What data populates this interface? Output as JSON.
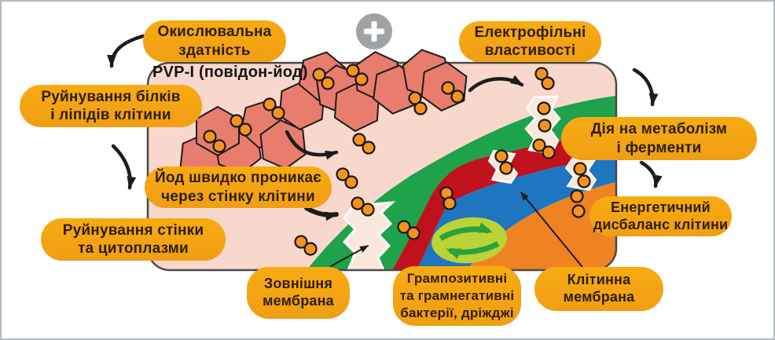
{
  "figure": {
    "pvp_label": "PVP-I (повідон-йод)",
    "bubbles": {
      "oxidative": {
        "line1": "Окислювальна",
        "line2": "здатність"
      },
      "electrophilic": {
        "line1": "Електрофільні",
        "line2": "властивості"
      },
      "protein_destruction": {
        "line1": "Руйнування білків",
        "line2": "і ліпідів клітини"
      },
      "metabolism": {
        "line1": "Дія на метаболізм",
        "line2": "і ферменти"
      },
      "iodine_penetration": {
        "line1": "Йод швидко проникає",
        "line2": "через стінку клітини"
      },
      "energy_imbalance": {
        "line1": "Енергетичний",
        "line2": "дисбаланс клітини"
      },
      "wall_destruction": {
        "line1": "Руйнування стінки",
        "line2": "та цитоплазми"
      },
      "outer_membrane": {
        "line1": "Зовнішня",
        "line2": "мембрана"
      },
      "bacteria": {
        "line1": "Грампозитивні",
        "line2": "та грамнегативні",
        "line3": "бактерії, дріжджі"
      },
      "cell_membrane": {
        "line1": "Клітинна",
        "line2": "мембрана"
      }
    },
    "icons": {
      "plus": "plus-icon",
      "cycle": "recycle-arrows-icon",
      "polymer": "hexagon-polymer-icon",
      "iodine": "iodine-molecule-icon"
    },
    "palette": {
      "cell_background": "#f8d8cc",
      "outer_membrane_green": "#1ea24b",
      "wall_red": "#c0121c",
      "membrane_blue": "#1e76c0",
      "cytoplasm_orange": "#ef8321",
      "bubble_fill": "#f5a413",
      "bubble_text": "#2d1d02",
      "hexagon_fill": "#e87d6e",
      "iodine_dot": "#f6921e",
      "cycle_symbol_bg": "#bad337",
      "cycle_symbol_arrow": "#2aa13c",
      "plus_icon_bg": "#a0a3a6"
    }
  }
}
